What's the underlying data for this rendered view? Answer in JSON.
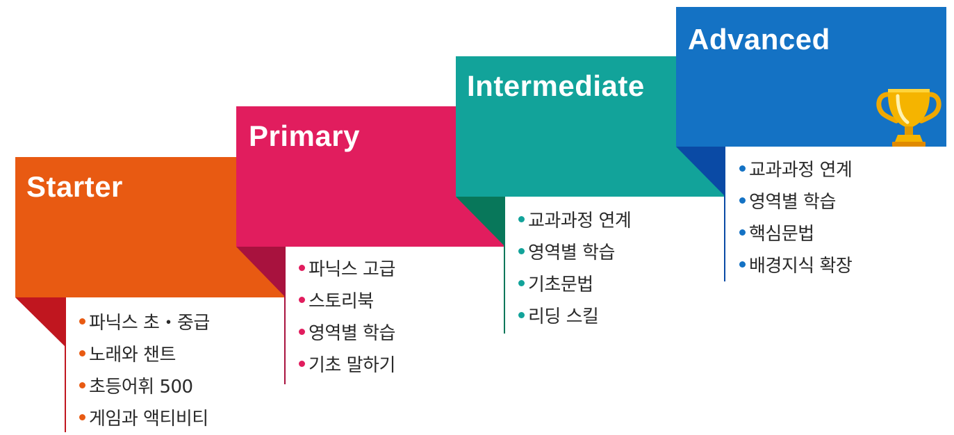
{
  "levels": [
    {
      "title": "Starter",
      "color": "#e85a12",
      "fold_color": "#c0161f",
      "bullet_color": "#e85a12",
      "items": [
        "파닉스 초・중급",
        "노래와 챈트",
        "초등어휘 500",
        "게임과 액티비티"
      ]
    },
    {
      "title": "Primary",
      "color": "#e11d5e",
      "fold_color": "#a8123e",
      "bullet_color": "#e11d5e",
      "items": [
        "파닉스 고급",
        "스토리북",
        "영역별 학습",
        "기초 말하기"
      ]
    },
    {
      "title": "Intermediate",
      "color": "#12a39a",
      "fold_color": "#08775a",
      "bullet_color": "#12a39a",
      "items": [
        "교과과정 연계",
        "영역별 학습",
        "기초문법",
        "리딩 스킬"
      ]
    },
    {
      "title": "Advanced",
      "color": "#1472c4",
      "fold_color": "#0a4aa5",
      "bullet_color": "#1472c4",
      "items": [
        "교과과정 연계",
        "영역별 학습",
        "핵심문법",
        "배경지식 확장"
      ],
      "icon": "trophy-icon"
    }
  ]
}
